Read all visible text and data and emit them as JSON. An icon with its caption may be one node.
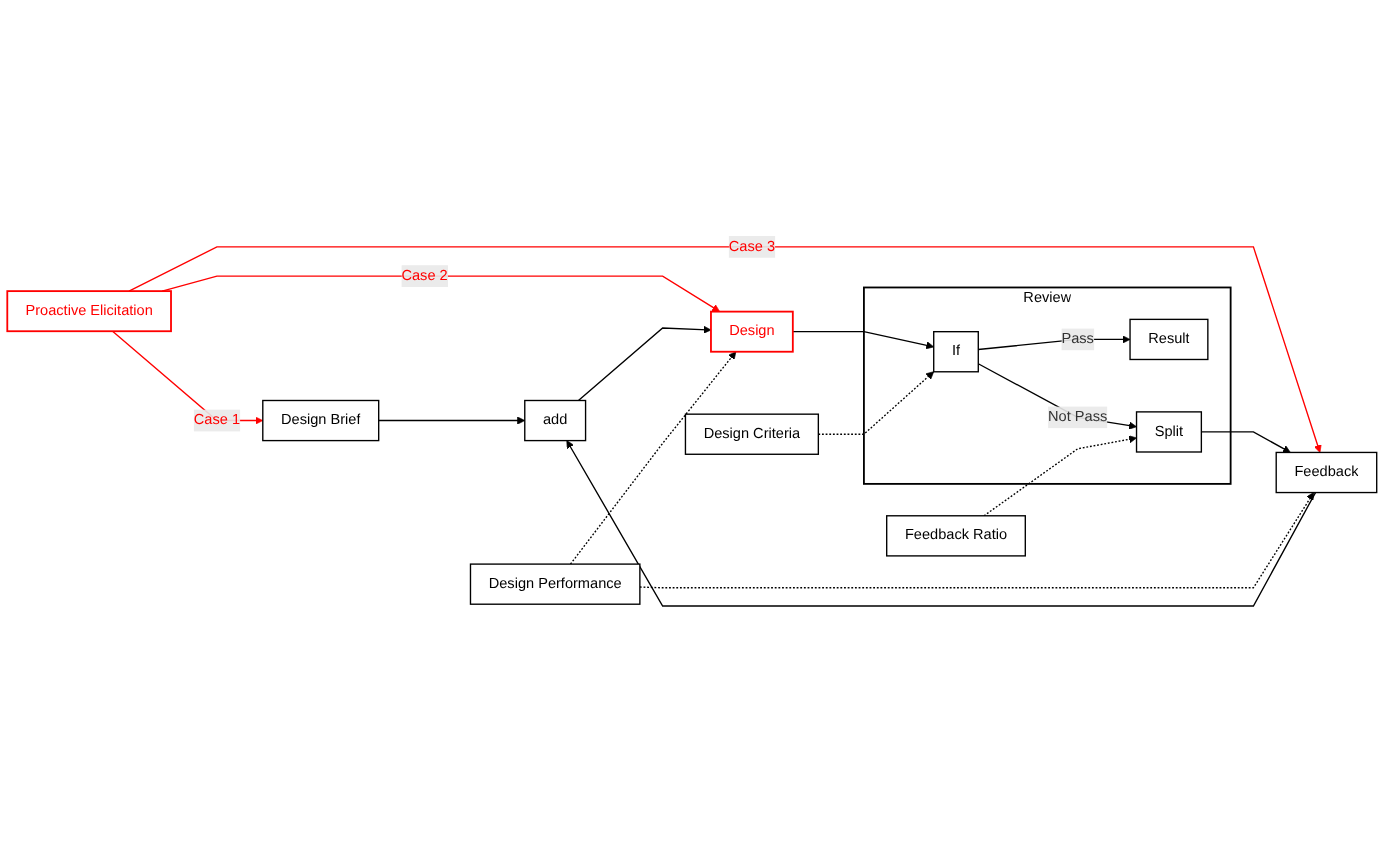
{
  "diagram": {
    "nodes": [
      {
        "text": [
          "Proactive Elicitation"
        ]
      },
      {
        "text": [
          "Design Brief"
        ]
      },
      {
        "text": [
          "add"
        ]
      },
      {
        "text": [
          "Design"
        ]
      },
      {
        "text": [
          "Review"
        ]
      },
      {
        "text": [
          "If"
        ],
        "in": 4
      },
      {
        "text": [
          "Result"
        ],
        "in": 4
      },
      {
        "text": [
          "Split"
        ],
        "in": 4
      },
      {
        "text": [
          "Design Performance"
        ]
      },
      {
        "text": [
          "Design Criteria"
        ]
      },
      {
        "text": [
          "Feedback Ratio"
        ]
      },
      {
        "text": [
          "Feedback"
        ]
      }
    ],
    "edges": [
      {
        "from": 0,
        "to": 1,
        "arrow": "to",
        "label": "Case 1",
        "color": "#ff0000"
      },
      {
        "from": 0,
        "to": 3,
        "arrow": "to",
        "label": "Case 2",
        "color": "#ff0000"
      },
      {
        "from": 0,
        "to": 11,
        "arrow": "to",
        "label": "Case 3",
        "color": "#ff0000"
      },
      {
        "from": 1,
        "to": 2,
        "arrow": "to"
      },
      {
        "from": 2,
        "to": 3,
        "arrow": "to"
      },
      {
        "from": 3,
        "to": 5,
        "arrow": "to"
      },
      {
        "from": 5,
        "to": 6,
        "arrow": "to",
        "label": "Pass"
      },
      {
        "from": 5,
        "to": 7,
        "arrow": "to",
        "label": "Not Pass"
      },
      {
        "from": 7,
        "to": 11,
        "arrow": "to"
      },
      {
        "from": 11,
        "to": 2,
        "arrow": "to"
      },
      {
        "from": 8,
        "to": 11,
        "arrow": "to",
        "style": "dashed"
      },
      {
        "from": 8,
        "to": 3,
        "arrow": "to",
        "style": "dashed"
      },
      {
        "from": 9,
        "to": 5,
        "arrow": "to",
        "style": "dashed"
      },
      {
        "from": 10,
        "to": 7,
        "arrow": "to",
        "style": "dashed"
      }
    ]
  }
}
